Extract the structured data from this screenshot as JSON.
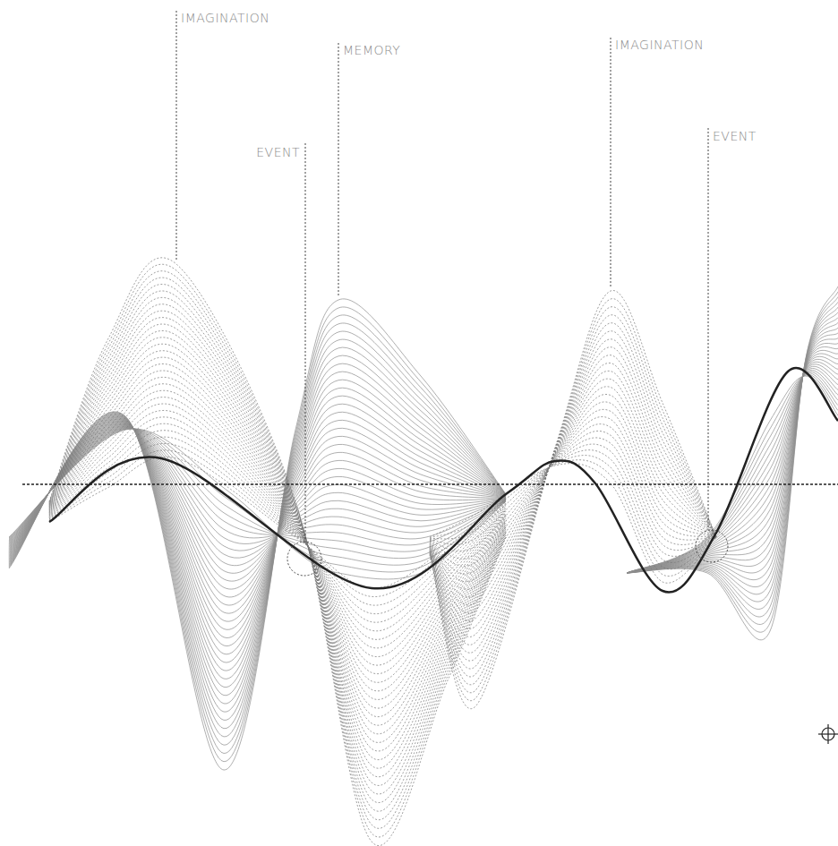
{
  "diagram": {
    "labels": [
      "IMAGINATION",
      "MEMORY",
      "EVENT",
      "IMAGINATION",
      "EVENT"
    ]
  }
}
